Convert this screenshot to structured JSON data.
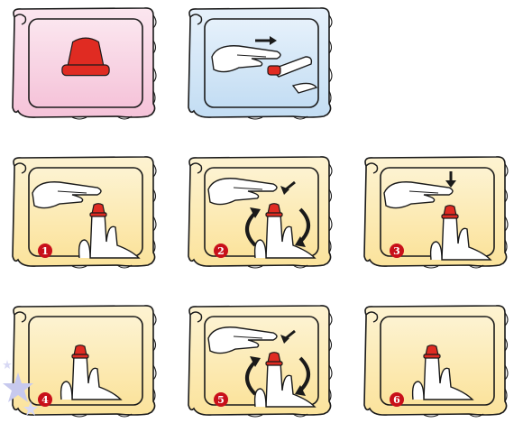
{
  "colors": {
    "scroll_pink": "#f5c3d9",
    "scroll_pink_edge": "#fbe6ef",
    "scroll_blue": "#c3ddf3",
    "scroll_blue_edge": "#e6f1fb",
    "scroll_yellow": "#fbe39c",
    "scroll_yellow_edge": "#fdf3d2",
    "thimble_red": "#e02b22",
    "badge_red": "#c8101a",
    "outline": "#1a1a1a",
    "star": "#c7c9ee"
  },
  "panels": [
    {
      "id": "thimble",
      "theme": "pink",
      "content": "thimble-icon"
    },
    {
      "id": "hands-intro",
      "theme": "blue",
      "content": "hands-arrow-icon"
    },
    {
      "id": "step-1",
      "theme": "yellow",
      "step": "1",
      "content": "hand-over-thimble"
    },
    {
      "id": "step-2",
      "theme": "yellow",
      "step": "2",
      "content": "hand-rotate-arrows"
    },
    {
      "id": "step-3",
      "theme": "yellow",
      "step": "3",
      "content": "hand-down-arrow"
    },
    {
      "id": "step-4",
      "theme": "yellow",
      "step": "4",
      "content": "fingers-thimble"
    },
    {
      "id": "step-5",
      "theme": "yellow",
      "step": "5",
      "content": "hand-rotate-arrows"
    },
    {
      "id": "step-6",
      "theme": "yellow",
      "step": "6",
      "content": "fingers-thimble"
    }
  ]
}
